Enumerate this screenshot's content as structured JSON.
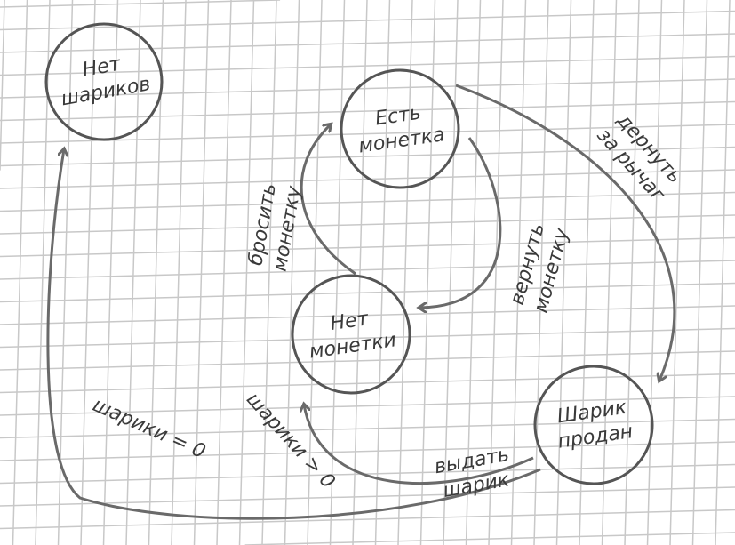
{
  "title": "Автомат с шариками",
  "states": [
    {
      "id": "no-balls",
      "line1": "Нет",
      "line2": "шариков"
    },
    {
      "id": "has-coin",
      "line1": "Есть",
      "line2": "монетка"
    },
    {
      "id": "no-coin",
      "line1": "Нет",
      "line2": "монетки"
    },
    {
      "id": "ball-sold",
      "line1": "Шарик",
      "line2": "продан"
    }
  ],
  "transitions": [
    {
      "from": "no-coin",
      "to": "has-coin",
      "line1": "бросить",
      "line2": "монетку"
    },
    {
      "from": "has-coin",
      "to": "no-coin",
      "line1": "вернуть",
      "line2": "монетку"
    },
    {
      "from": "has-coin",
      "to": "ball-sold",
      "line1": "дернуть",
      "line2": "за рычаг"
    },
    {
      "from": "ball-sold",
      "to": "no-coin",
      "line1": "выдать",
      "line2": "шарик"
    },
    {
      "from": "ball-sold",
      "to": "no-coin",
      "line1": "шарики > 0"
    },
    {
      "from": "ball-sold",
      "to": "no-balls",
      "line1": "шарики = 0"
    }
  ],
  "colors": {
    "grid": "#c8c8c8",
    "ink": "#555555",
    "arrow": "#6a6a6a"
  }
}
